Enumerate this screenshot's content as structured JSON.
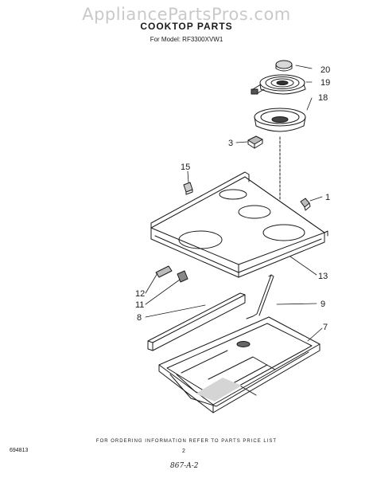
{
  "watermark": "AppliancePartsPros.com",
  "title": "COOKTOP PARTS",
  "model_line": "For Model: RF3300XVW1",
  "callouts": {
    "c1": "1",
    "c3": "3",
    "c7": "7",
    "c8": "8",
    "c9": "9",
    "c11": "11",
    "c12": "12",
    "c13": "13",
    "c15": "15",
    "c18": "18",
    "c19": "19",
    "c20": "20"
  },
  "footer_text": "FOR ORDERING INFORMATION REFER TO PARTS PRICE LIST",
  "drawing_code": "694813",
  "page_number": "2",
  "handwritten_note": "867-A-2"
}
